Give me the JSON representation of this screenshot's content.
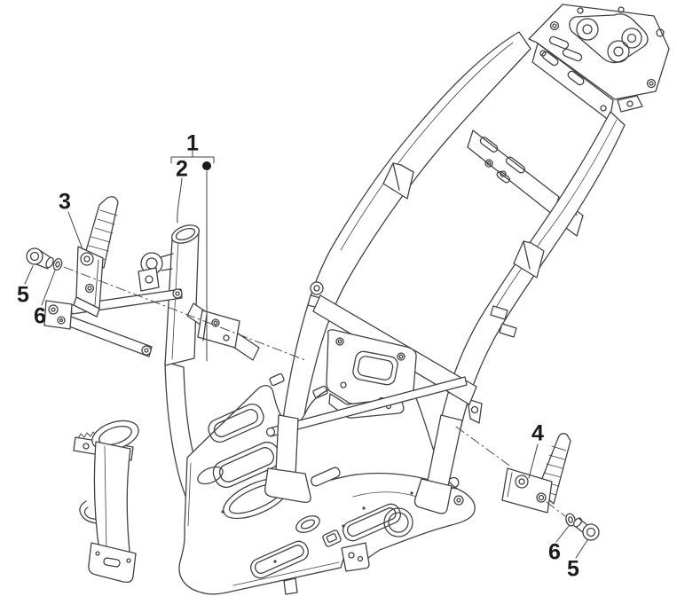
{
  "diagram": {
    "type": "exploded-parts-diagram",
    "background_color": "#ffffff",
    "line_color": "#424242",
    "label_color": "#1a1a1a",
    "callouts": [
      {
        "id": "callout-1",
        "label": "1"
      },
      {
        "id": "callout-2",
        "label": "2"
      },
      {
        "id": "callout-3",
        "label": "3"
      },
      {
        "id": "callout-5-left",
        "label": "5"
      },
      {
        "id": "callout-6-left",
        "label": "6"
      },
      {
        "id": "callout-4",
        "label": "4"
      },
      {
        "id": "callout-6-right",
        "label": "6"
      },
      {
        "id": "callout-5-right",
        "label": "5"
      }
    ]
  }
}
